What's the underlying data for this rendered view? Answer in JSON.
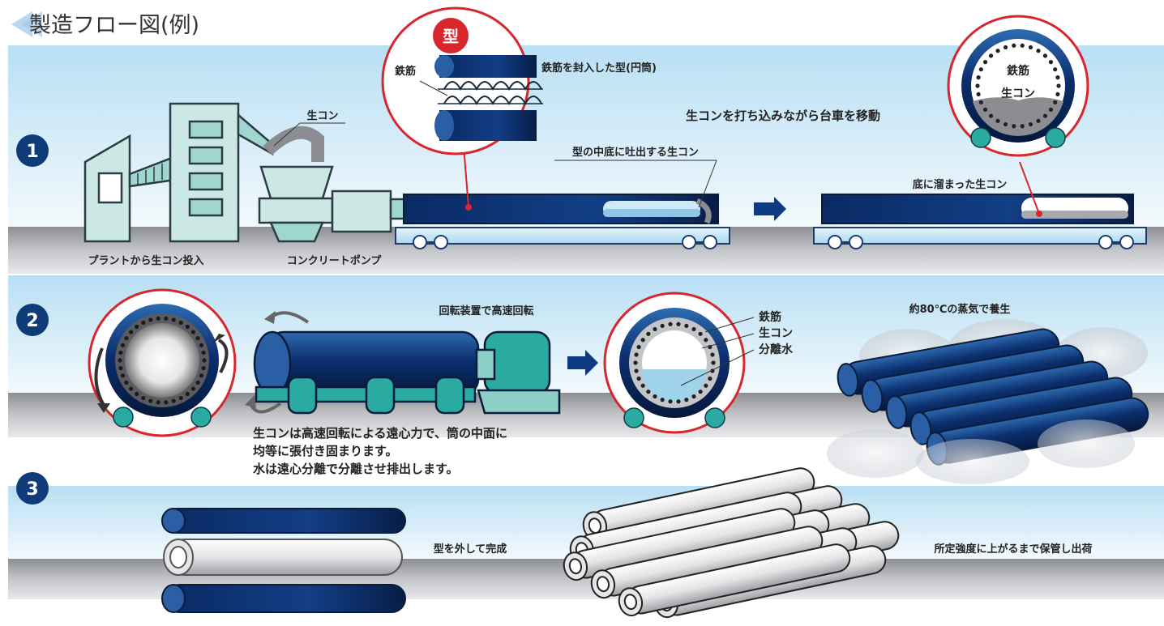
{
  "title": "製造フロー図(例)",
  "steps": [
    "1",
    "2",
    "3"
  ],
  "step1": {
    "mold_badge": "型",
    "rebar_label": "鉄筋",
    "mold_caption": "鉄筋を封入した型(円筒)",
    "fresh_concrete_label": "生コン",
    "plant_caption": "プラントから生コン投入",
    "pump_caption": "コンクリートポンプ",
    "discharge_caption": "型の中底に吐出する生コン",
    "moving_caption": "生コンを打ち込みながら台車を移動",
    "settled_caption": "底に溜まった生コン",
    "cross_rebar": "鉄筋",
    "cross_concrete": "生コン"
  },
  "step2": {
    "spin_caption": "回転装置で高速回転",
    "description": [
      "生コンは高速回転による遠心力で、筒の中面に",
      "均等に張付き固まります。",
      "水は遠心分離で分離させ排出します。"
    ],
    "legend_rebar": "鉄筋",
    "legend_concrete": "生コン",
    "legend_water": "分離水",
    "steam_caption": "約80℃の蒸気で養生"
  },
  "step3": {
    "demold_caption": "型を外して完成",
    "storage_caption": "所定強度に上がるまで保管し出荷"
  },
  "colors": {
    "navy": "#0d2e6b",
    "step_circle": "#0f3c78",
    "teal": "#8ccfc6",
    "red_ring": "#d8262d",
    "sky": "#cfe8f5",
    "ground": "#9a9ba0"
  }
}
